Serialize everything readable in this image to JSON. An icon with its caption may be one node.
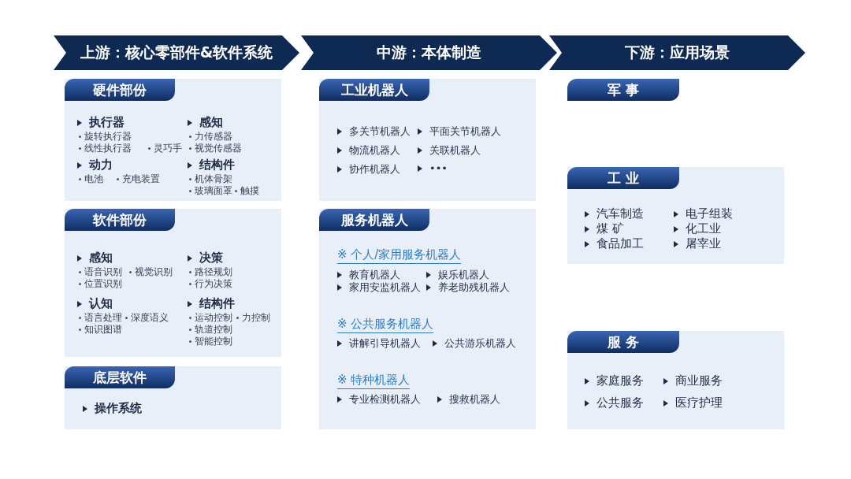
{
  "diagram": {
    "nodes": [
      {
        "text": [
          "上游：核心零部件&软件系统"
        ]
      },
      {
        "text": [
          "中游：本体制造"
        ]
      },
      {
        "text": [
          "下游：应用场景"
        ]
      },
      {
        "text": [
          "硬件部份",
          "执行器",
          "旋转执行器",
          "线性执行器",
          "灵巧手",
          "感知",
          "力传感器",
          "视觉传感器",
          "动力",
          "电池",
          "充电装置",
          "结构件",
          "机体骨架",
          "玻璃面罩",
          "触摸"
        ]
      },
      {
        "text": [
          "软件部份",
          "感知",
          "语音识别",
          "视觉识别",
          "位置识别",
          "决策",
          "路径规划",
          "行为决策",
          "认知",
          "语言处理",
          "深度语义",
          "知识图谱",
          "结构件",
          "运动控制",
          "力控制",
          "轨道控制",
          "智能控制"
        ]
      },
      {
        "text": [
          "底层软件",
          "操作系统"
        ]
      },
      {
        "text": [
          "工业机器人",
          "多关节机器人",
          "平面关节机器人",
          "物流机器人",
          "关联机器人",
          "协作机器人",
          "•••"
        ]
      },
      {
        "text": [
          "服务机器人",
          "※ 个人/家用服务机器人",
          "教育机器人",
          "娱乐机器人",
          "家用安监机器人",
          "养老助残机器人",
          "※ 公共服务机器人",
          "讲解引导机器人",
          "公共游乐机器人",
          "※ 特种机器人",
          "专业检测机器人",
          "搜救机器人"
        ]
      },
      {
        "text": [
          "军 事"
        ]
      },
      {
        "text": [
          "工 业",
          "汽车制造",
          "电子组装",
          "煤 矿",
          "化工业",
          "食品加工",
          "屠宰业"
        ]
      },
      {
        "text": [
          "服 务",
          "家庭服务",
          "商业服务",
          "公共服务",
          "医疗护理"
        ]
      }
    ]
  }
}
